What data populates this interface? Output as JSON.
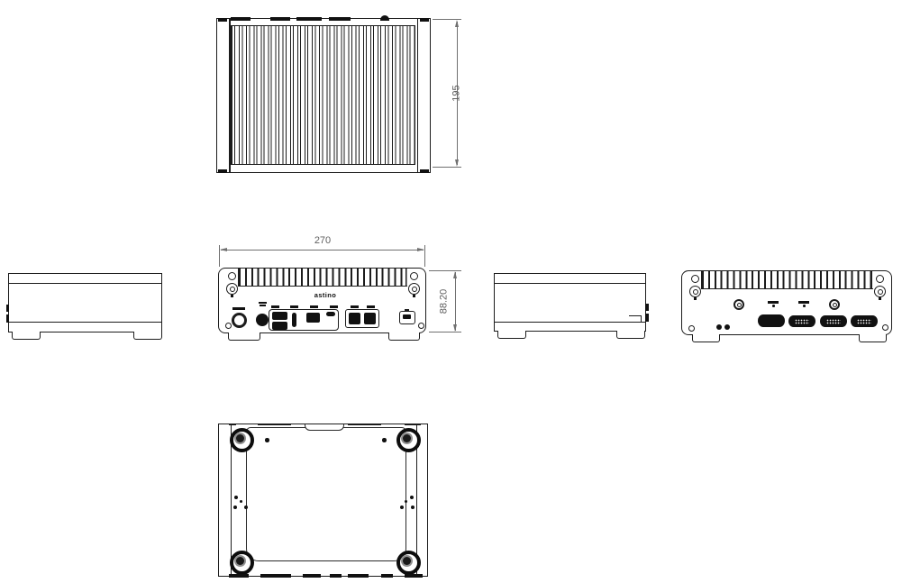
{
  "logo_text": "astino",
  "dimensions": {
    "top_view_depth": "195",
    "front_width": "270",
    "front_height": "88.20"
  },
  "colors": {
    "line": "#1c1c1c",
    "dimension": "#707070",
    "background": "#ffffff"
  },
  "front_panel_icons": [
    "power-button-icon",
    "dc-jack-icon",
    "io-bracket-icon",
    "usb-stack-icon",
    "card-slot-icon",
    "usb-port-icon",
    "audio-jack-icon",
    "dual-usb-icon",
    "device-port-icon"
  ],
  "rear_panel_icons": [
    "antenna-hole-icon",
    "antenna-hole-icon",
    "vga-port-icon",
    "serial-port-icon",
    "serial-port-icon",
    "serial-port-icon",
    "audio-jack-icon",
    "audio-jack-icon"
  ]
}
